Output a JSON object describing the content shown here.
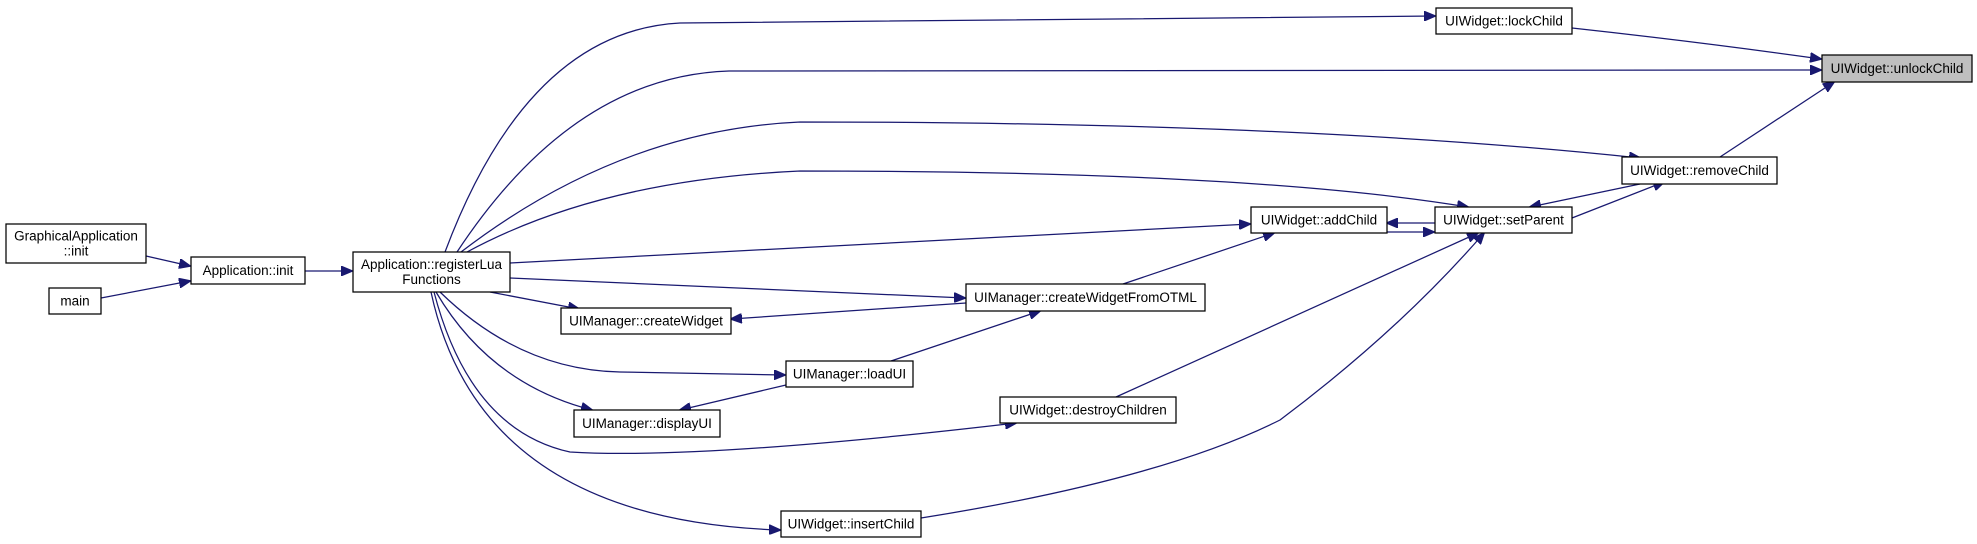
{
  "graph": {
    "colors": {
      "edge": "#191970",
      "node_fill": "#ffffff",
      "focus_fill": "#bfbfbf",
      "border": "#000000"
    },
    "nodes": [
      {
        "id": "graphical_init",
        "lines": [
          "GraphicalApplication",
          "::init"
        ],
        "focus": false
      },
      {
        "id": "main",
        "lines": [
          "main"
        ],
        "focus": false
      },
      {
        "id": "app_init",
        "lines": [
          "Application::init"
        ],
        "focus": false
      },
      {
        "id": "register_lua",
        "lines": [
          "Application::registerLua",
          "Functions"
        ],
        "focus": false
      },
      {
        "id": "create_widget",
        "lines": [
          "UIManager::createWidget"
        ],
        "focus": false
      },
      {
        "id": "display_ui",
        "lines": [
          "UIManager::displayUI"
        ],
        "focus": false
      },
      {
        "id": "load_ui",
        "lines": [
          "UIManager::loadUI"
        ],
        "focus": false
      },
      {
        "id": "insert_child",
        "lines": [
          "UIWidget::insertChild"
        ],
        "focus": false
      },
      {
        "id": "create_from_otml",
        "lines": [
          "UIManager::createWidgetFromOTML"
        ],
        "focus": false
      },
      {
        "id": "destroy_children",
        "lines": [
          "UIWidget::destroyChildren"
        ],
        "focus": false
      },
      {
        "id": "add_child",
        "lines": [
          "UIWidget::addChild"
        ],
        "focus": false
      },
      {
        "id": "lock_child",
        "lines": [
          "UIWidget::lockChild"
        ],
        "focus": false
      },
      {
        "id": "set_parent",
        "lines": [
          "UIWidget::setParent"
        ],
        "focus": false
      },
      {
        "id": "remove_child",
        "lines": [
          "UIWidget::removeChild"
        ],
        "focus": false
      },
      {
        "id": "unlock_child",
        "lines": [
          "UIWidget::unlockChild"
        ],
        "focus": true
      }
    ]
  }
}
